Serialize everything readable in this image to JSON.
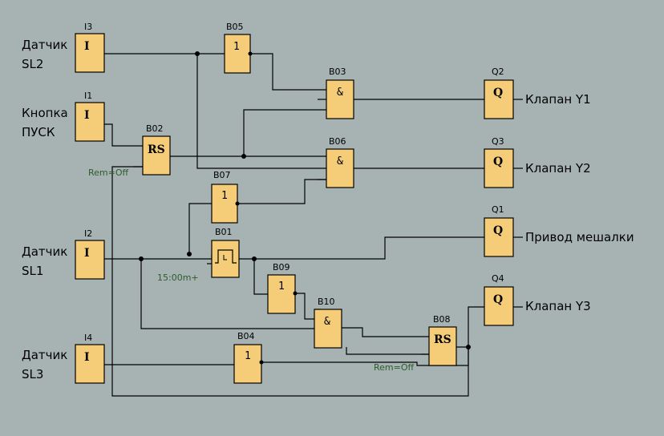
{
  "inputs": [
    {
      "id": "I3",
      "symbol": "I",
      "label1": "Датчик",
      "label2": "SL2"
    },
    {
      "id": "I1",
      "symbol": "I",
      "label1": "Кнопка",
      "label2": "ПУСК"
    },
    {
      "id": "I2",
      "symbol": "I",
      "label1": "Датчик",
      "label2": "SL1"
    },
    {
      "id": "I4",
      "symbol": "I",
      "label1": "Датчик",
      "label2": "SL3"
    }
  ],
  "blocks": [
    {
      "id": "B05",
      "symbol": "1"
    },
    {
      "id": "B03",
      "symbol": "&"
    },
    {
      "id": "B02",
      "symbol": "RS",
      "note": "Rem=Off"
    },
    {
      "id": "B06",
      "symbol": "&"
    },
    {
      "id": "B07",
      "symbol": "1"
    },
    {
      "id": "B01",
      "symbol": "pulse",
      "note": "15:00m+"
    },
    {
      "id": "B09",
      "symbol": "1"
    },
    {
      "id": "B10",
      "symbol": "&"
    },
    {
      "id": "B08",
      "symbol": "RS",
      "note": "Rem=Off"
    },
    {
      "id": "B04",
      "symbol": "1"
    }
  ],
  "outputs": [
    {
      "id": "Q2",
      "symbol": "Q",
      "label": "Клапан Y1"
    },
    {
      "id": "Q3",
      "symbol": "Q",
      "label": "Клапан Y2"
    },
    {
      "id": "Q1",
      "symbol": "Q",
      "label": "Привод мешалки"
    },
    {
      "id": "Q4",
      "symbol": "Q",
      "label": "Клапан Y3"
    }
  ]
}
